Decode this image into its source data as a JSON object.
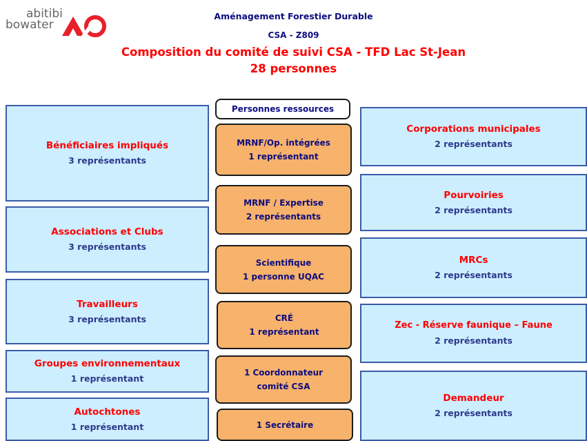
{
  "logo": {
    "line1": "abitibi",
    "line2": "bowater"
  },
  "header": {
    "line1": "Aménagement Forestier Durable",
    "line2": "CSA -  Z809",
    "title": "Composition du comité de suivi CSA - TFD Lac St-Jean",
    "subtitle": "28 personnes"
  },
  "left": [
    {
      "name": "Bénéficiaires impliqués",
      "count": "3 représentants"
    },
    {
      "name": "Associations et Clubs",
      "count": "3 représentants"
    },
    {
      "name": "Travailleurs",
      "count": "3 représentants"
    },
    {
      "name": "Groupes environnementaux",
      "count": "1 représentant"
    },
    {
      "name": "Autochtones",
      "count": "1 représentant"
    }
  ],
  "center": {
    "header": "Personnes ressources",
    "boxes": [
      {
        "line1": "MRNF/Op. intégrées",
        "line2": "1 représentant"
      },
      {
        "line1": "MRNF / Expertise",
        "line2": "2 représentants"
      },
      {
        "line1": "Scientifique",
        "line2": "1 personne UQAC"
      },
      {
        "line1": "CRÉ",
        "line2": "1 représentant"
      },
      {
        "line1": "1 Coordonnateur",
        "line2": "comité CSA"
      },
      {
        "line1": "1 Secrétaire"
      }
    ]
  },
  "right": [
    {
      "name": "Corporations municipales",
      "count": "2 représentants"
    },
    {
      "name": "Pourvoiries",
      "count": "2 représentants"
    },
    {
      "name": "MRCs",
      "count": "2 représentants"
    },
    {
      "name": "Zec - Réserve faunique – Faune",
      "count": "2 représentants"
    },
    {
      "name": "Demandeur",
      "count": "2 représentants"
    }
  ],
  "colors": {
    "stakeholder_fill": "#cceeff",
    "stakeholder_border": "#3a5aa8",
    "resource_fill": "#f7b26b",
    "title_red": "#ff0000",
    "text_navy": "#0d0d80"
  }
}
